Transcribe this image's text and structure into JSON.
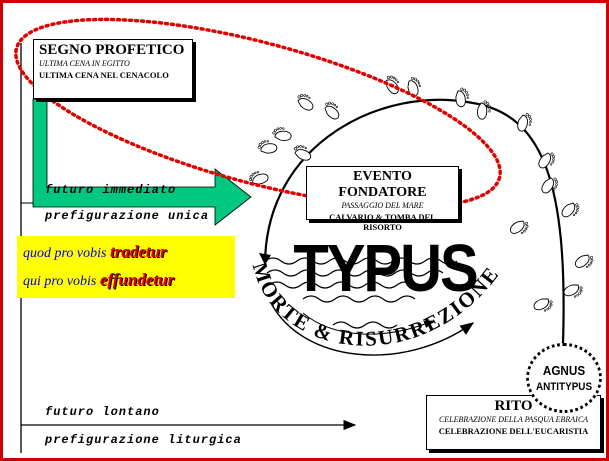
{
  "segno_profetico": {
    "title": "SEGNO PROFETICO",
    "line1": "ULTIMA CENA IN EGITTO",
    "line2": "ULTIMA CENA NEL CENACOLO"
  },
  "evento_fondatore": {
    "title": "EVENTO FONDATORE",
    "line1": "PASSAGGIO DEL MARE",
    "line2": "CALVARIO & TOMBA DEL RISORTO"
  },
  "rito": {
    "title": "RITO",
    "line1": "CELEBRAZIONE DELLA PASQUA EBRAICA",
    "line2": "CELEBRAZIONE DELL'EUCARISTIA"
  },
  "labels": {
    "futuro_immediato": "futuro immediato",
    "prefigurazione_unica": "prefigurazione unica",
    "futuro_lontano": "futuro lontano",
    "prefigurazione_liturgica": "prefigurazione liturgica"
  },
  "latin": {
    "line1_pre": "quod pro vobis",
    "line1_red": "tradetur",
    "line2_pre": "qui pro vobis",
    "line2_red": "effundetur"
  },
  "typus": "TYPUS",
  "arc_text": "MORTE & RISURREZIONE",
  "agnus": {
    "line1": "AGNUS",
    "line2": "ANTITYPUS"
  },
  "colors": {
    "frame": "#cc0000",
    "green_arrow": "#00c880",
    "latin_bg": "#ffff00",
    "latin_text": "#0000cc",
    "latin_red": "#e80000",
    "dotted_ellipse": "#e00000"
  }
}
